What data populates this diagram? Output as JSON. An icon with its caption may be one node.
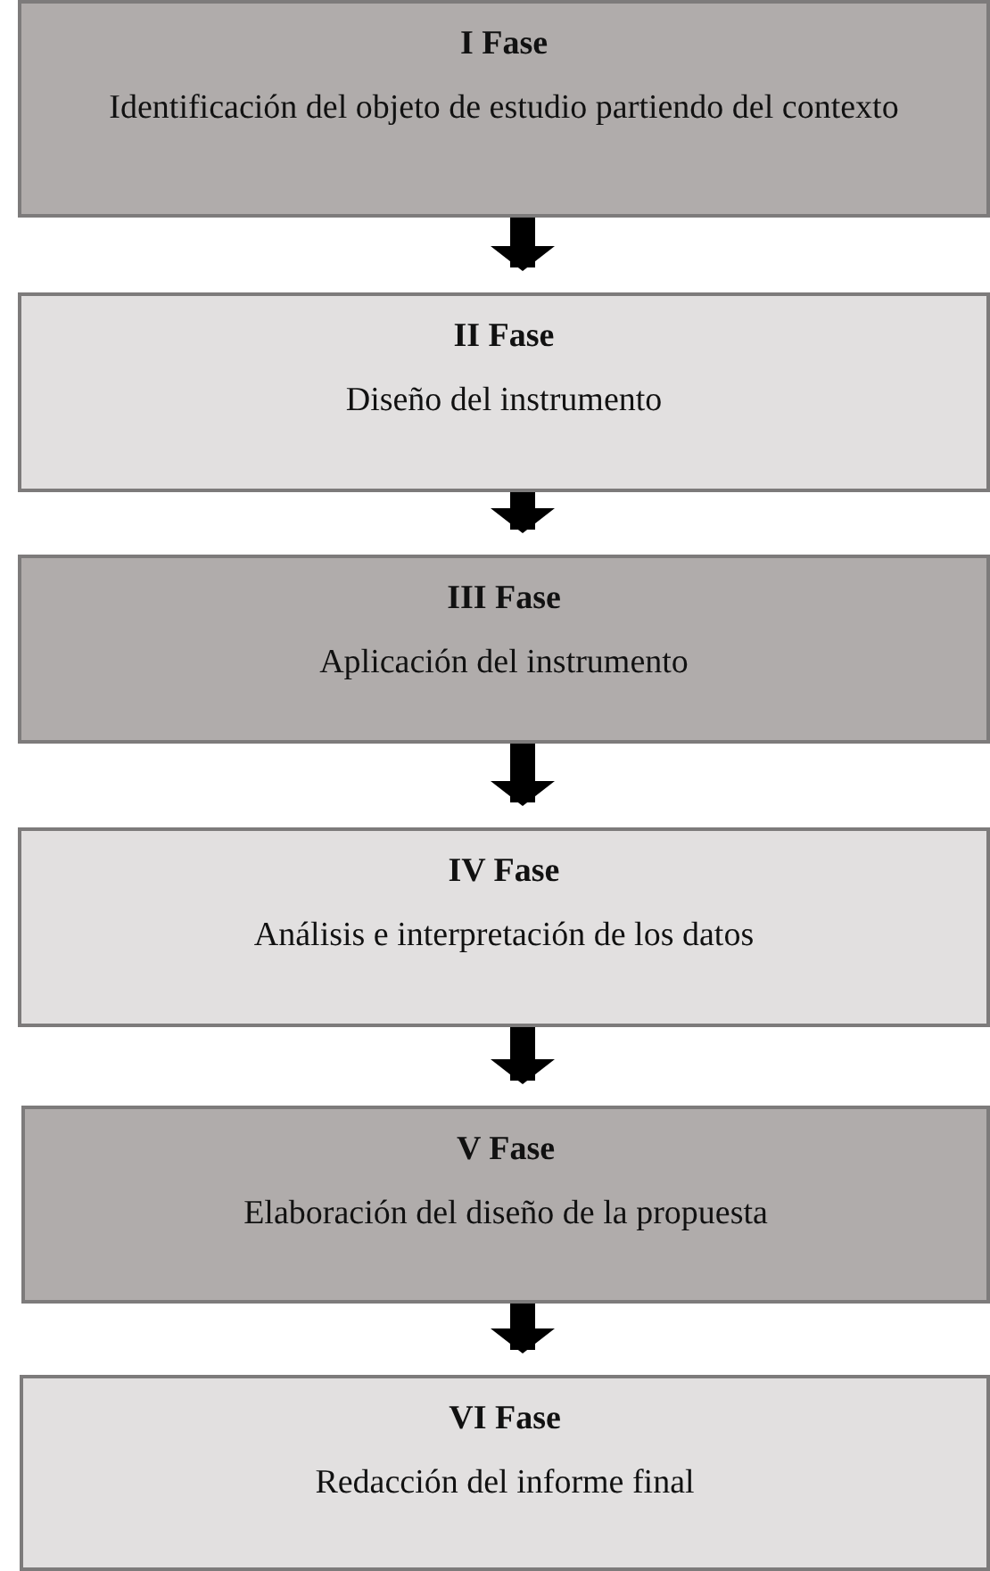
{
  "diagram": {
    "nodes": [
      {
        "text": [
          "I Fase",
          "Identificación del objeto de estudio partiendo del contexto"
        ]
      },
      {
        "text": [
          "II Fase",
          "Diseño del instrumento"
        ]
      },
      {
        "text": [
          "III Fase",
          "Aplicación del instrumento"
        ]
      },
      {
        "text": [
          "IV Fase",
          "Análisis e interpretación de los datos"
        ]
      },
      {
        "text": [
          "V Fase",
          "Elaboración del diseño de la propuesta"
        ]
      },
      {
        "text": [
          "VI Fase",
          "Redacción del informe final"
        ]
      }
    ],
    "edges": [
      {
        "from": 0,
        "to": 1,
        "arrow": "to"
      },
      {
        "from": 1,
        "to": 2,
        "arrow": "to"
      },
      {
        "from": 2,
        "to": 3,
        "arrow": "to"
      },
      {
        "from": 3,
        "to": 4,
        "arrow": "to"
      },
      {
        "from": 4,
        "to": 5,
        "arrow": "to"
      }
    ]
  }
}
